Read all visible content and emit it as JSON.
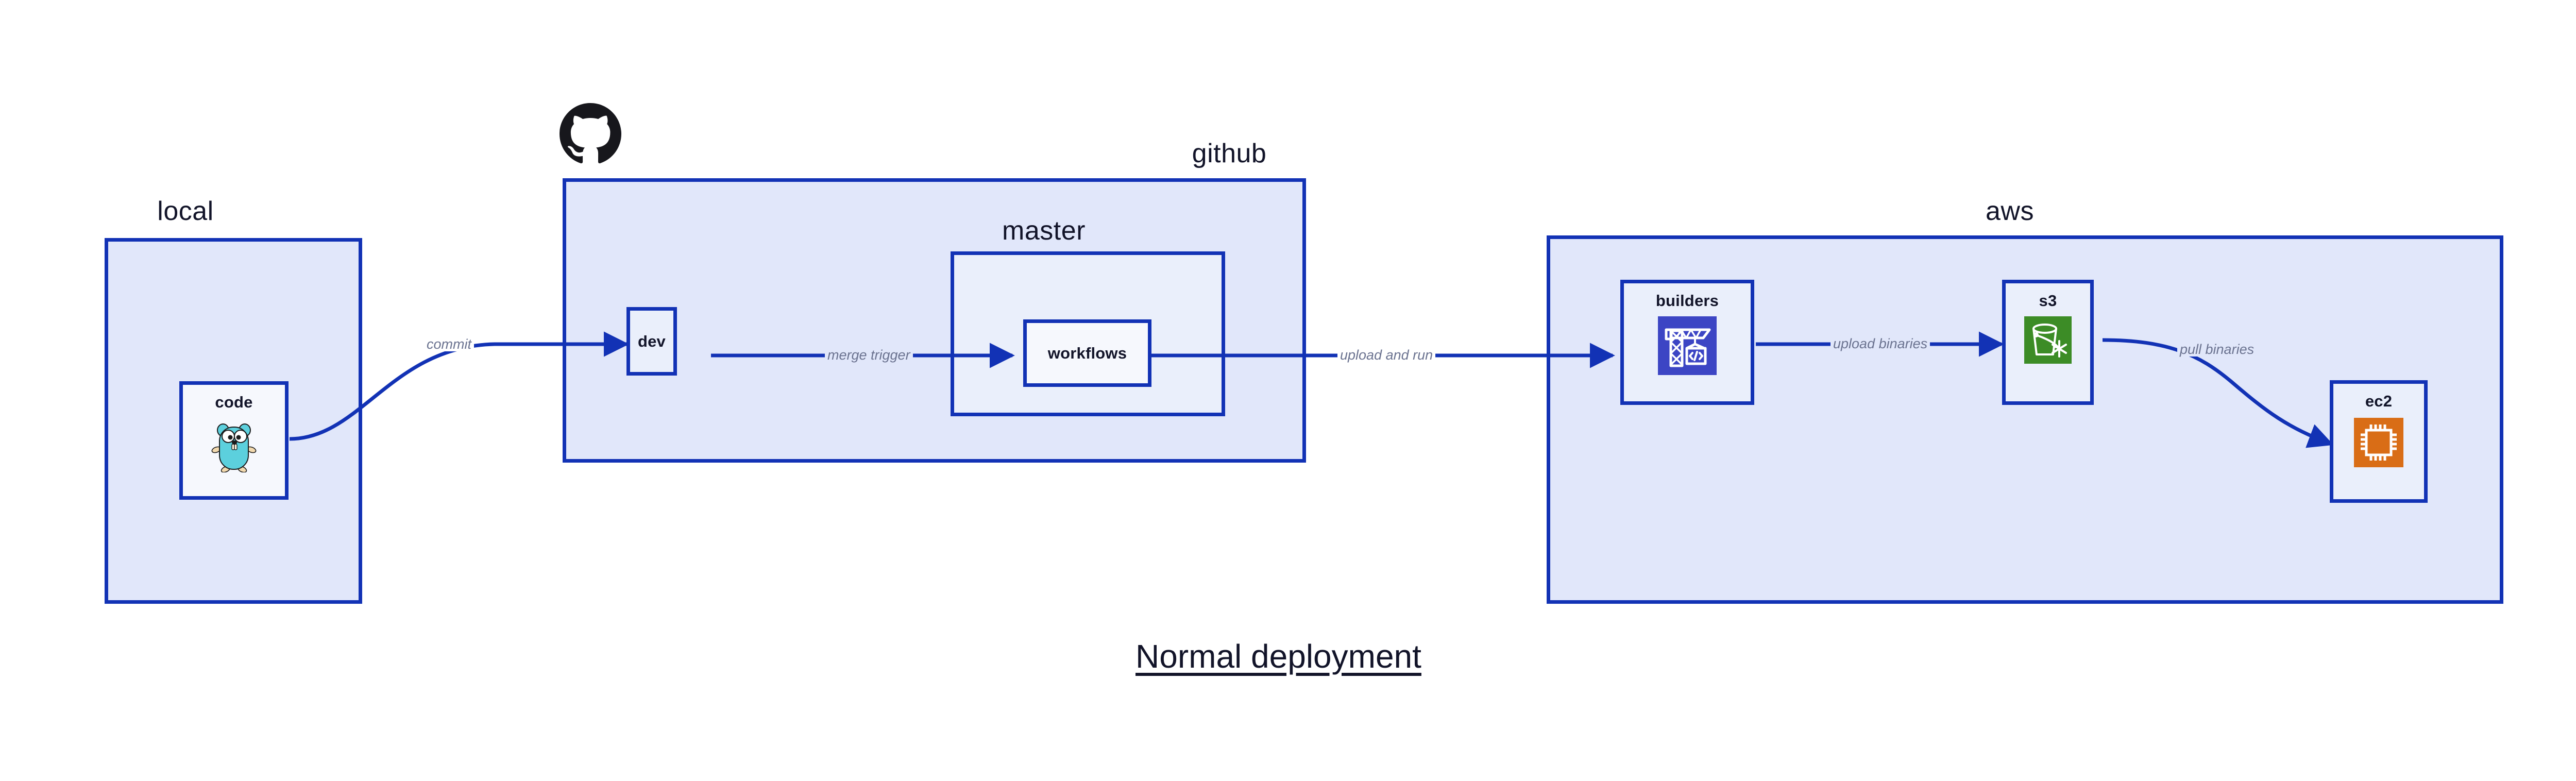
{
  "title": "Normal deployment",
  "theme": {
    "page_background": "#ffffff",
    "group_fill": "#e1e7fa",
    "group_fill_light": "#eaeffb",
    "node_fill": "#eaeffb",
    "node_fill_white": "#f6f8fd",
    "border": "#1232b5",
    "edge": "#1232b5",
    "text": "#121429",
    "edge_label_text": "#6b7390",
    "builders_icon_bg": "#3c45c4",
    "s3_icon_bg": "#3c8c26",
    "ec2_icon_bg": "#d96d16",
    "gopher_body": "#5cd0dd",
    "github_logo": "#17171c"
  },
  "groups": [
    {
      "id": "local",
      "label": "local"
    },
    {
      "id": "github",
      "label": "github"
    },
    {
      "id": "master",
      "label": "master"
    },
    {
      "id": "aws",
      "label": "aws"
    }
  ],
  "nodes": [
    {
      "id": "code",
      "label": "code",
      "icon": "go-gopher-icon"
    },
    {
      "id": "dev",
      "label": "dev",
      "icon": null
    },
    {
      "id": "workflows",
      "label": "workflows",
      "icon": null
    },
    {
      "id": "builders",
      "label": "builders",
      "icon": "aws-codebuild-crane-icon"
    },
    {
      "id": "s3",
      "label": "s3",
      "icon": "aws-s3-bucket-icon"
    },
    {
      "id": "ec2",
      "label": "ec2",
      "icon": "aws-ec2-chip-icon"
    }
  ],
  "edges": [
    {
      "id": "commit",
      "label": "commit",
      "from": "code",
      "to": "dev"
    },
    {
      "id": "merge-trigger",
      "label": "merge trigger",
      "from": "dev",
      "to": "workflows"
    },
    {
      "id": "upload-and-run",
      "label": "upload and run",
      "from": "workflows",
      "to": "builders"
    },
    {
      "id": "upload-binaries",
      "label": "upload binaries",
      "from": "builders",
      "to": "s3"
    },
    {
      "id": "pull-binaries",
      "label": "pull binaries",
      "from": "s3",
      "to": "ec2"
    }
  ],
  "logos": [
    {
      "id": "github-logo",
      "name": "github-octocat-logo"
    }
  ]
}
